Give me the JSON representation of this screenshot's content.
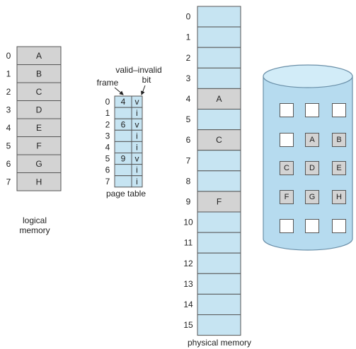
{
  "logical_memory": {
    "indices": [
      "0",
      "1",
      "2",
      "3",
      "4",
      "5",
      "6",
      "7"
    ],
    "pages": [
      "A",
      "B",
      "C",
      "D",
      "E",
      "F",
      "G",
      "H"
    ],
    "label_line1": "logical",
    "label_line2": "memory"
  },
  "page_table": {
    "indices": [
      "0",
      "1",
      "2",
      "3",
      "4",
      "5",
      "6",
      "7"
    ],
    "frames": [
      "4",
      "",
      "6",
      "",
      "",
      "9",
      "",
      ""
    ],
    "bits": [
      "v",
      "i",
      "v",
      "i",
      "i",
      "v",
      "i",
      "i"
    ],
    "frame_label": "frame",
    "bit_label_line1": "valid–invalid",
    "bit_label_line2": "bit",
    "label": "page table"
  },
  "physical_memory": {
    "indices": [
      "0",
      "1",
      "2",
      "3",
      "4",
      "5",
      "6",
      "7",
      "8",
      "9",
      "10",
      "11",
      "12",
      "13",
      "14",
      "15"
    ],
    "frames": [
      "",
      "",
      "",
      "",
      "A",
      "",
      "C",
      "",
      "",
      "F",
      "",
      "",
      "",
      "",
      "",
      ""
    ],
    "label": "physical memory"
  },
  "disk": {
    "rows": [
      [
        "",
        "",
        ""
      ],
      [
        "",
        "A",
        "B"
      ],
      [
        "C",
        "D",
        "E"
      ],
      [
        "F",
        "G",
        "H"
      ],
      [
        "",
        "",
        ""
      ]
    ]
  },
  "colors": {
    "blue": "#c6e4f2",
    "gray": "#d3d3d3",
    "border": "#555555",
    "disk_fill": "#b6dbef",
    "disk_border": "#6a8fa8"
  }
}
